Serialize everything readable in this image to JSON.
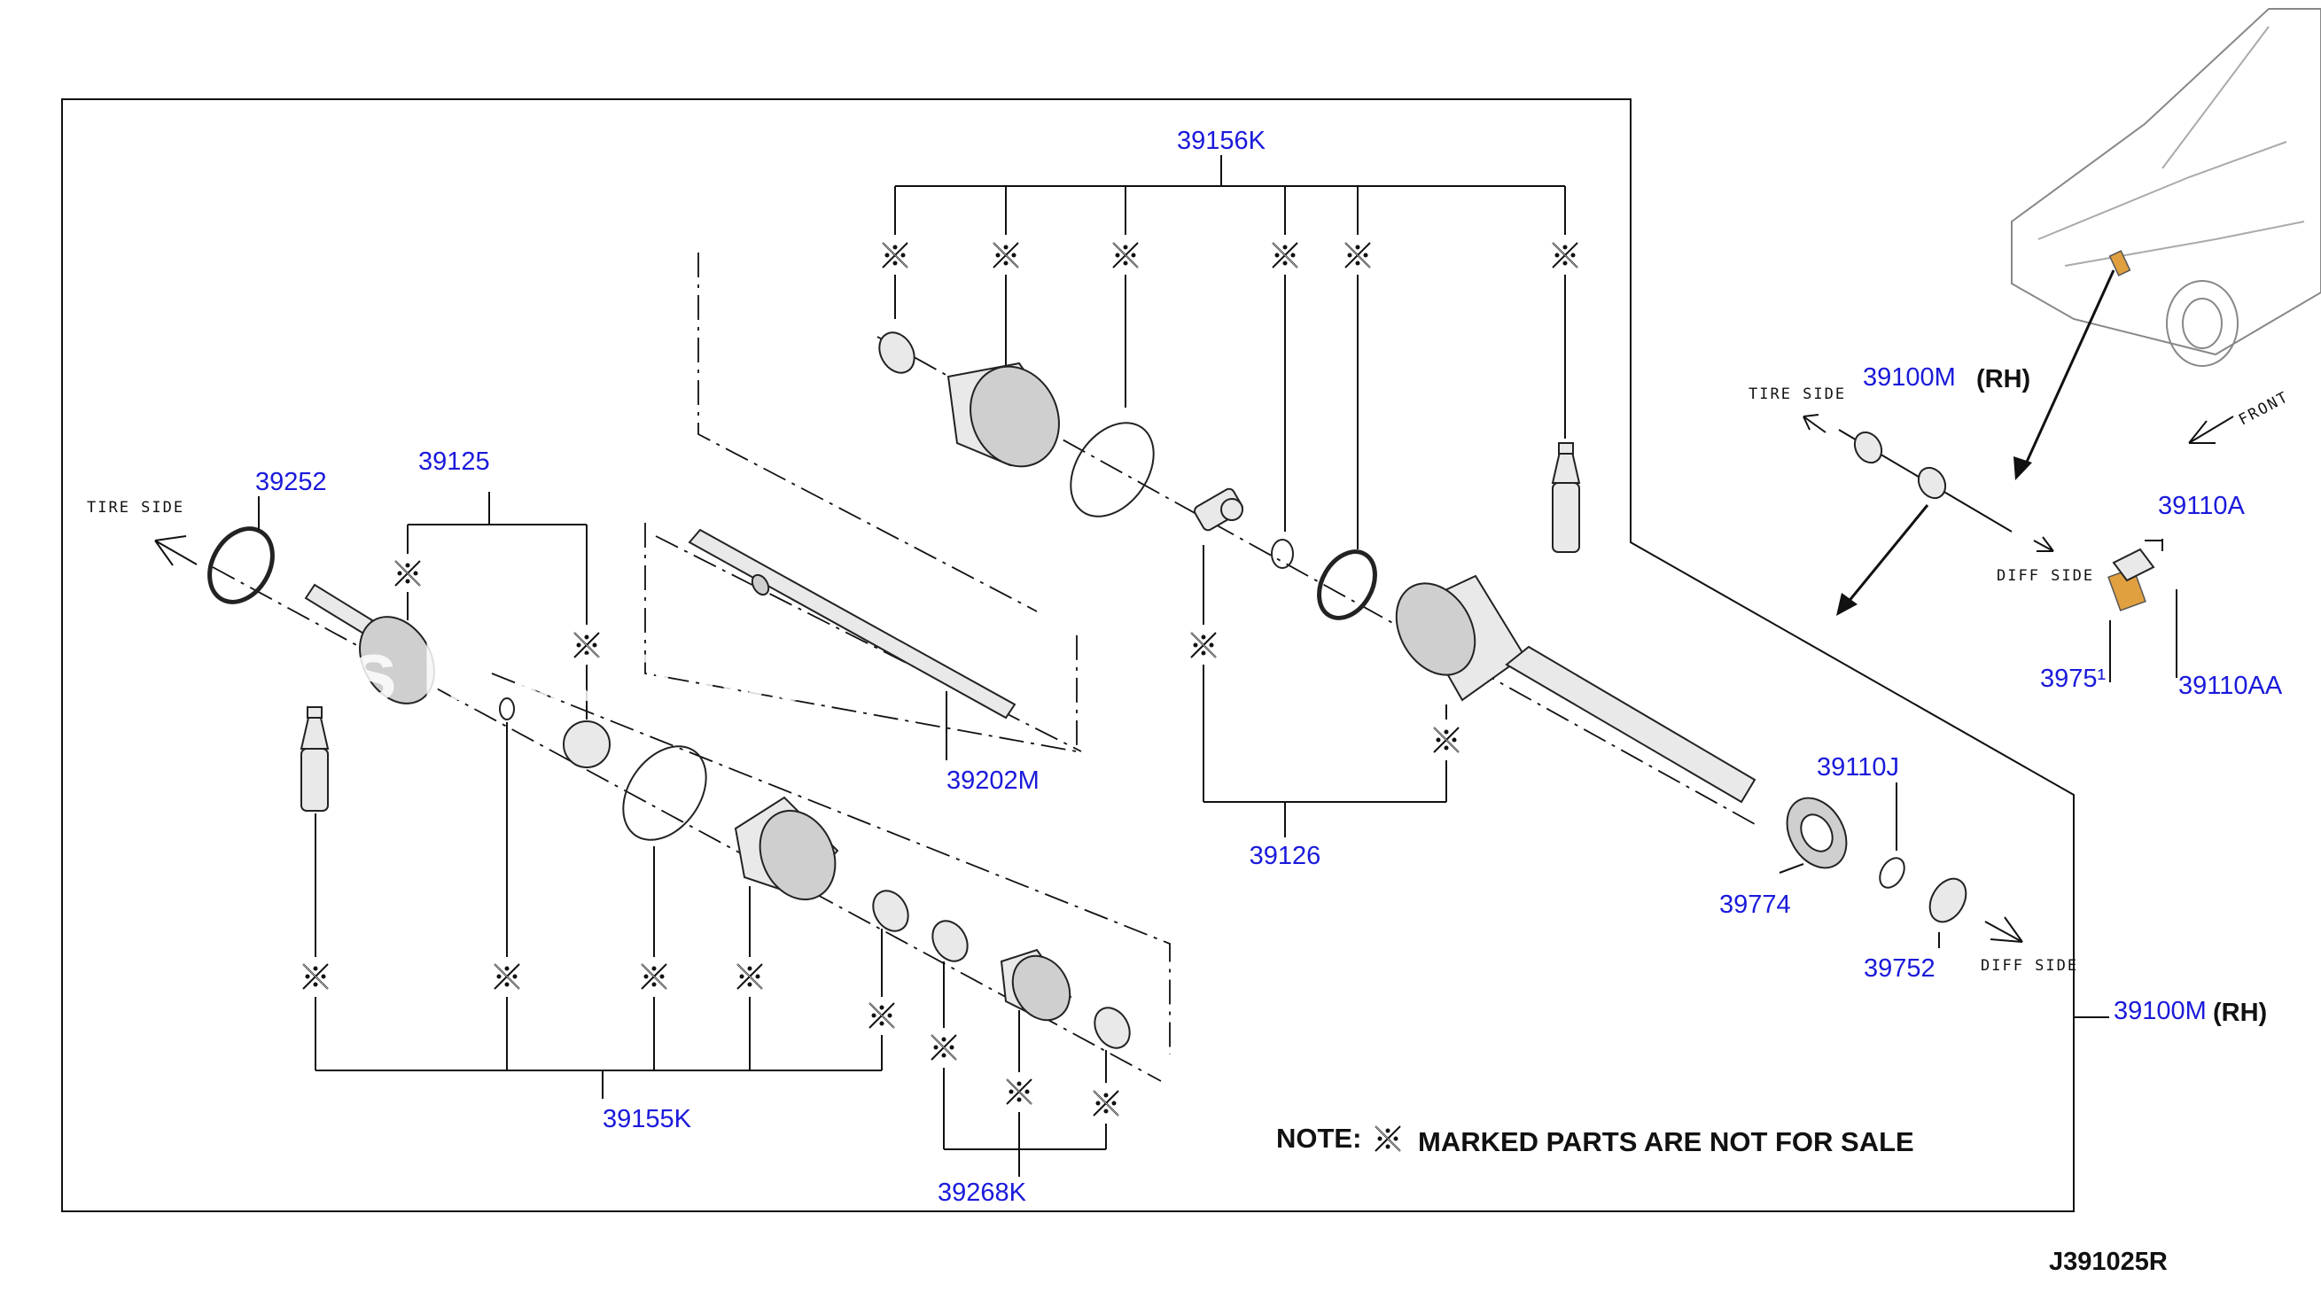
{
  "callouts": {
    "c39156K": "39156K",
    "c39252": "39252",
    "c39125": "39125",
    "c39202M": "39202M",
    "c39126": "39126",
    "c39155K": "39155K",
    "c39268K": "39268K",
    "c39774": "39774",
    "c39110J": "39110J",
    "c39752": "39752",
    "c39100M_main": "39100M",
    "c39100M_inset": "39100M",
    "c39110A": "39110A",
    "c39110AA": "39110AA",
    "c3975x": "3975¹"
  },
  "rh_label": "(RH)",
  "side_labels": {
    "tire_side_main": "TIRE SIDE",
    "diff_side_main": "DIFF SIDE",
    "tire_side_inset": "TIRE SIDE",
    "diff_side_inset": "DIFF SIDE",
    "front": "FRONT"
  },
  "note": {
    "prefix": "NOTE:",
    "text": "MARKED PARTS ARE NOT FOR SALE"
  },
  "diagram_code": "J391025R",
  "watermark": "s M        udo  lod        "
}
